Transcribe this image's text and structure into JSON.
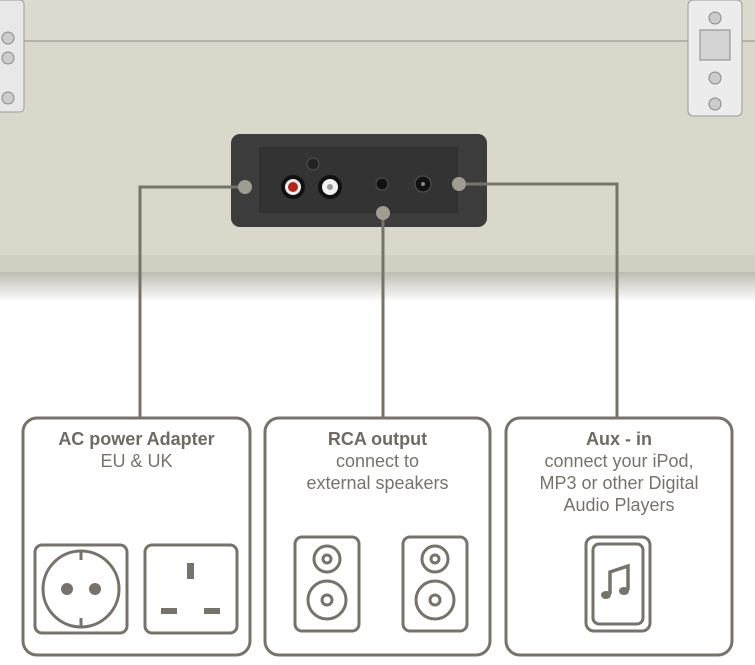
{
  "colors": {
    "line": "#77736b",
    "case": "#d9d8cb",
    "panel": "#3a3a3a"
  },
  "ports": [
    "rca-red",
    "rca-white",
    "aux-in-jack",
    "dc-power-jack"
  ],
  "boxes": [
    {
      "title": "AC power Adapter",
      "lines": [
        "EU & UK"
      ],
      "icons": [
        "eu-socket-icon",
        "uk-socket-icon"
      ]
    },
    {
      "title": "RCA output",
      "lines": [
        "connect to",
        "external speakers"
      ],
      "icons": [
        "speaker-icon",
        "speaker-icon"
      ]
    },
    {
      "title": "Aux - in",
      "lines": [
        "connect your iPod,",
        "MP3 or other Digital",
        "Audio Players"
      ],
      "icons": [
        "music-player-icon"
      ]
    }
  ]
}
